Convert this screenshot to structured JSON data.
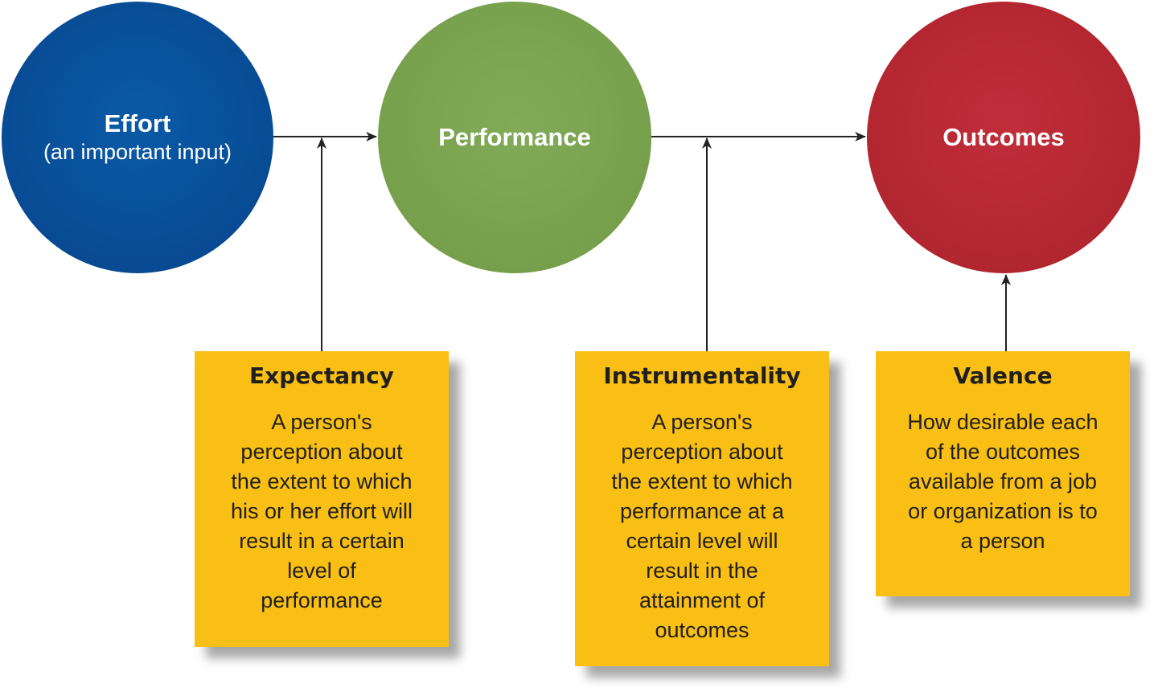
{
  "nodes": {
    "effort": {
      "title": "Effort",
      "subtitle": "(an important input)",
      "color": "#084b94"
    },
    "performance": {
      "title": "Performance",
      "color": "#76a04c"
    },
    "outcomes": {
      "title": "Outcomes",
      "color": "#b2262f"
    }
  },
  "notes": {
    "expectancy": {
      "title": "Expectancy",
      "lines": [
        "A person's",
        "perception about",
        "the extent to which",
        "his or her effort will",
        "result in a certain",
        "level of",
        "performance"
      ],
      "color": "#f9bf14"
    },
    "instrumentality": {
      "title": "Instrumentality",
      "lines": [
        "A person's",
        "perception about",
        "the extent to which",
        "performance at a",
        "certain level will",
        "result in the",
        "attainment of",
        "outcomes"
      ],
      "color": "#f9bf14"
    },
    "valence": {
      "title": "Valence",
      "lines": [
        "How desirable each",
        "of the outcomes",
        "available from a job",
        "or organization is to",
        "a person"
      ],
      "color": "#f9bf14"
    }
  }
}
